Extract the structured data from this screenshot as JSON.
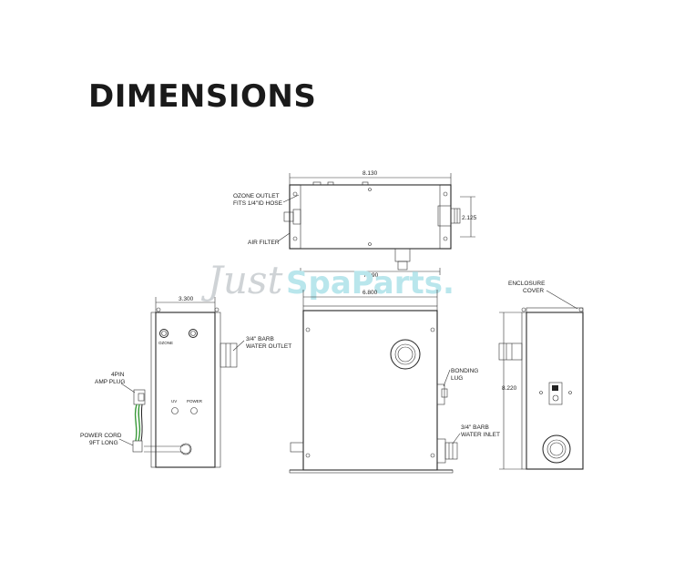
{
  "title": "DIMENSIONS",
  "watermark": {
    "just": "Just",
    "spaparts": "SpaParts."
  },
  "top_view": {
    "dim_width": "8.130",
    "dim_height": "2.125",
    "ozone_outlet_line1": "OZONE OUTLET",
    "ozone_outlet_line2": "FITS 1/4\"ID HOSE",
    "air_filter": "AIR FILTER",
    "dim_inner": "7.390"
  },
  "front_view": {
    "dim_width": "6.800",
    "bonding_lug_line1": "BONDING",
    "bonding_lug_line2": "LUG",
    "water_inlet_line1": "3/4\" BARB",
    "water_inlet_line2": "WATER INLET"
  },
  "left_view": {
    "dim_width": "3.300",
    "ozone_label": "OZONE",
    "uv_label": "UV",
    "power_label": "POWER",
    "water_outlet_line1": "3/4\" BARB",
    "water_outlet_line2": "WATER OUTLET",
    "amp_plug_line1": "4PIN",
    "amp_plug_line2": "AMP PLUG",
    "power_cord_line1": "POWER CORD",
    "power_cord_line2": "9FT LONG"
  },
  "right_view": {
    "enclosure_line1": "ENCLOSURE",
    "enclosure_line2": "COVER",
    "dim_height": "8.220"
  },
  "colors": {
    "line": "#222222",
    "watermark_gray": "#cfd3d6",
    "watermark_teal": "#b9e6ec",
    "wire_green": "#3a9a3a"
  }
}
